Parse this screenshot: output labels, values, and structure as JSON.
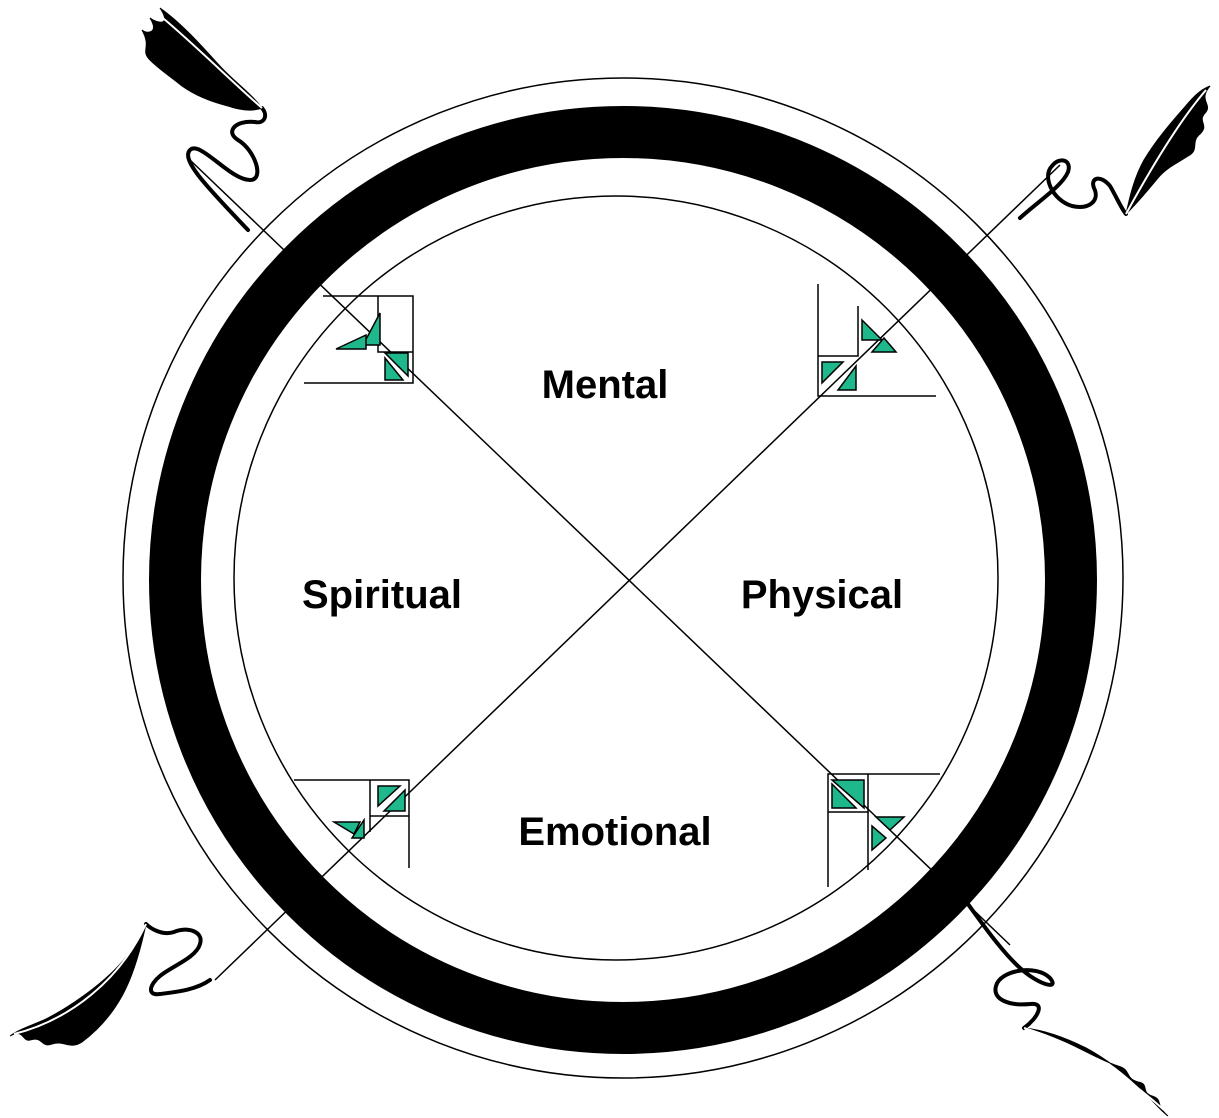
{
  "quadrants": {
    "top": "Mental",
    "right": "Physical",
    "bottom": "Emotional",
    "left": "Spiritual"
  },
  "colors": {
    "accent": "#1fb88c",
    "ring": "#000000",
    "background": "#ffffff"
  },
  "icons": {
    "feather": "feather-icon",
    "corner_ornament": "triangle-block-ornament"
  }
}
